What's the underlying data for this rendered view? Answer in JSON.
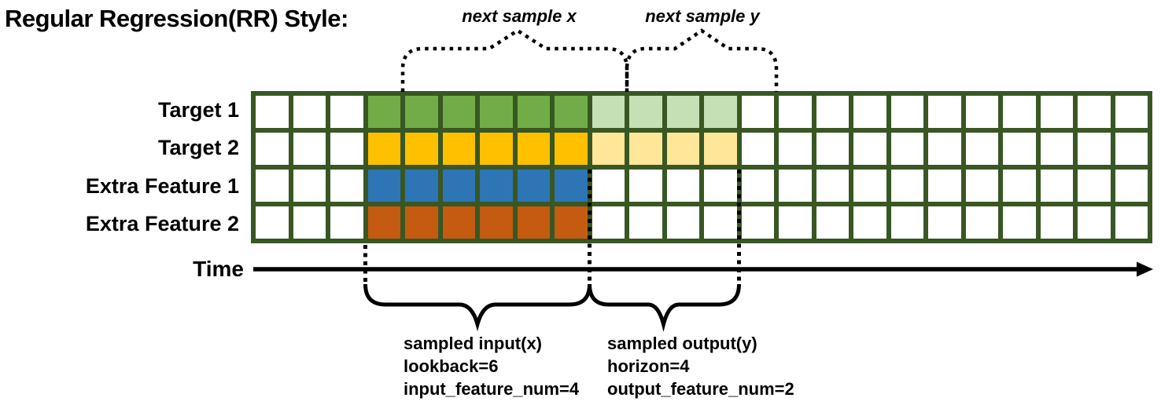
{
  "title": "Regular Regression(RR) Style:",
  "colors": {
    "grid_border": "#385723",
    "target1_input": "#70AD47",
    "target1_output": "#C5E0B4",
    "target2_input": "#FFC000",
    "target2_output": "#FFE699",
    "extra1_input": "#2E75B6",
    "extra2_input": "#C55A11",
    "cell_empty": "#FFFFFF",
    "annotation": "#000000"
  },
  "grid": {
    "total_columns": 24,
    "lead_in_columns": 3,
    "lookback": 6,
    "horizon": 4,
    "rows": [
      {
        "label": "Target 1",
        "input_color": "#70AD47",
        "output_color": "#C5E0B4"
      },
      {
        "label": "Target 2",
        "input_color": "#FFC000",
        "output_color": "#FFE699"
      },
      {
        "label": "Extra Feature 1",
        "input_color": "#2E75B6",
        "output_color": null
      },
      {
        "label": "Extra Feature 2",
        "input_color": "#C55A11",
        "output_color": null
      }
    ]
  },
  "annotations": {
    "next_sample_x": "next sample x",
    "next_sample_y": "next sample y",
    "time_axis": "Time",
    "input_lines": [
      "sampled input(x)",
      "lookback=6",
      "input_feature_num=4"
    ],
    "output_lines": [
      "sampled output(y)",
      "horizon=4",
      "output_feature_num=2"
    ]
  }
}
